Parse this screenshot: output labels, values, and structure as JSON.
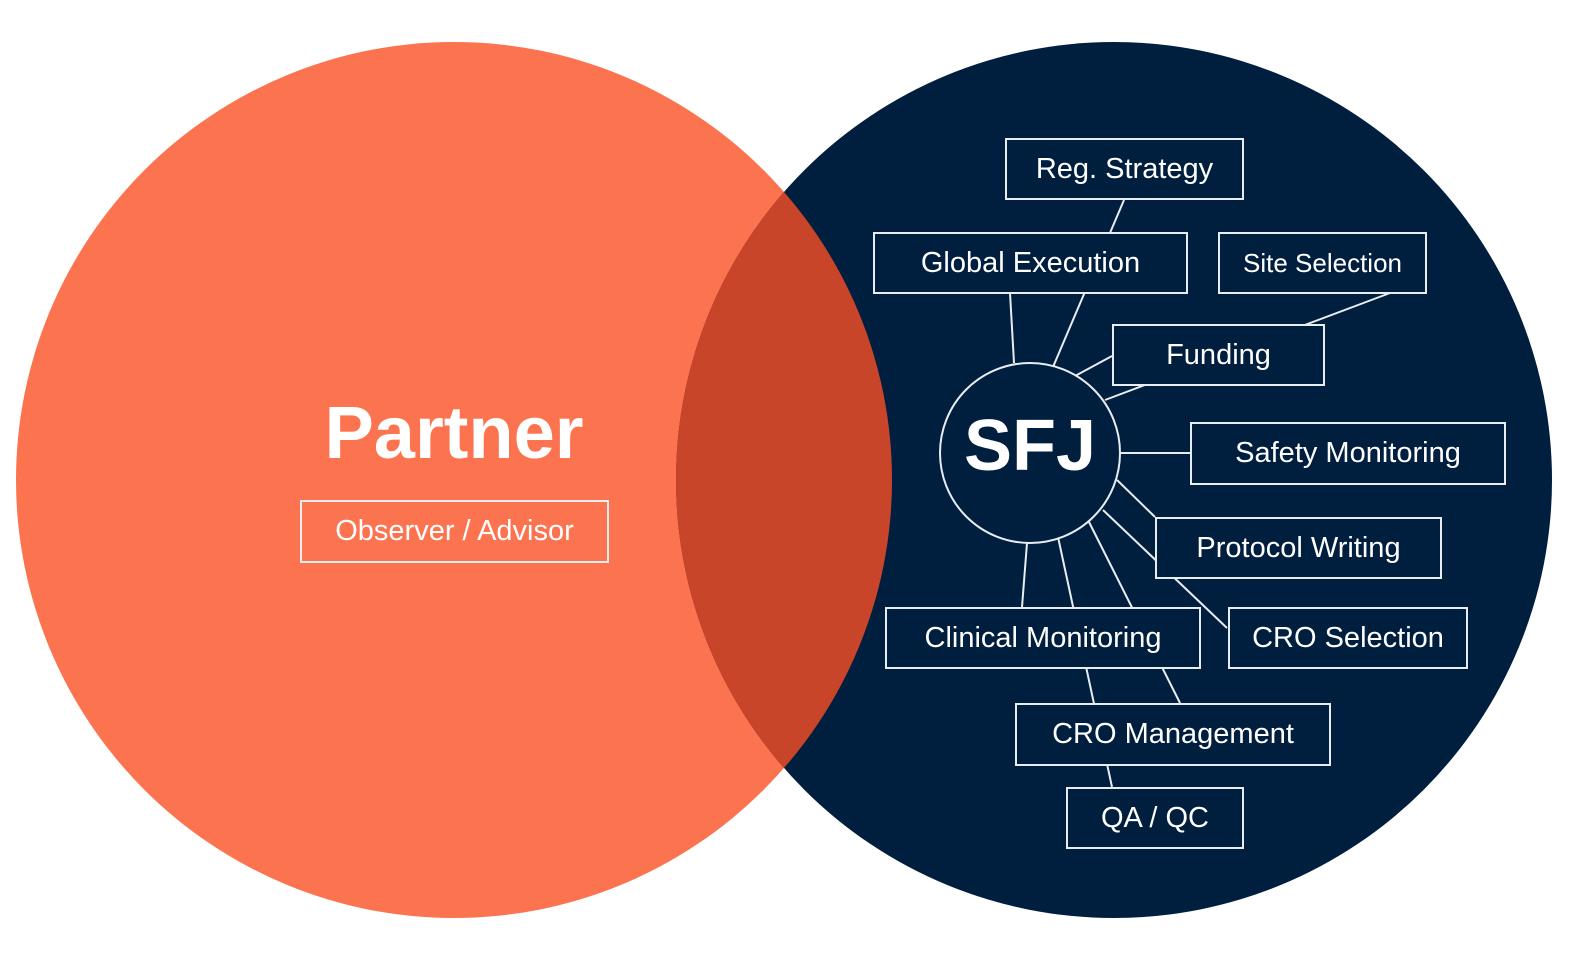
{
  "colors": {
    "partner": "#fc7350",
    "sfj": "#001e3e",
    "overlap": "#c9452a",
    "line": "#e8edf2"
  },
  "partner": {
    "title": "Partner",
    "role": "Observer / Advisor"
  },
  "sfj": {
    "title": "SFJ",
    "services": [
      "Reg. Strategy",
      "Global Execution",
      "Site Selection",
      "Funding",
      "Safety Monitoring",
      "Protocol Writing",
      "Clinical Monitoring",
      "CRO Selection",
      "CRO Management",
      "QA / QC"
    ]
  }
}
